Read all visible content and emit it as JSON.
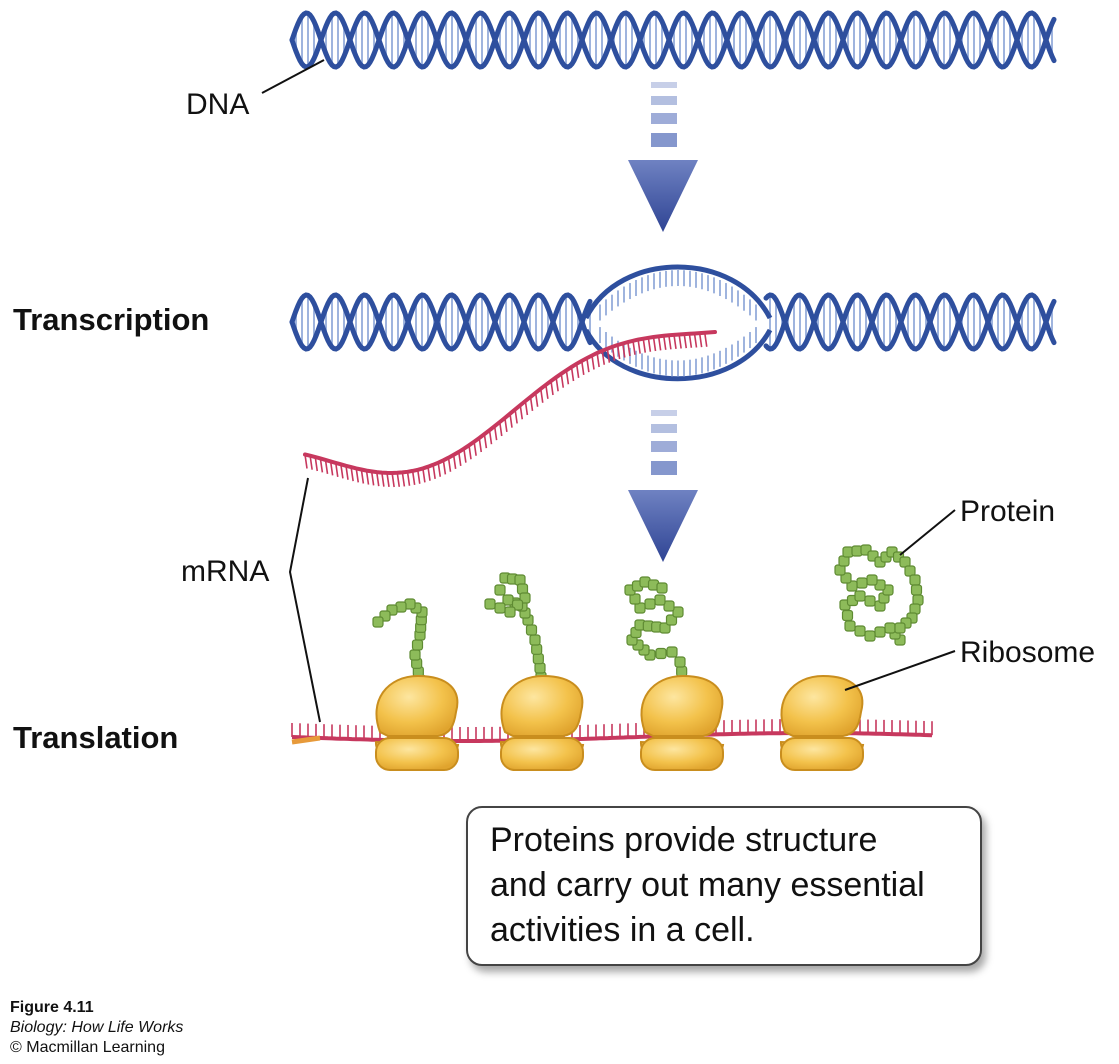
{
  "labels": {
    "dna": "DNA",
    "transcription": "Transcription",
    "mrna": "mRNA",
    "translation": "Translation",
    "protein": "Protein",
    "ribosome": "Ribosome"
  },
  "callout": {
    "line1": "Proteins provide structure",
    "line2": "and carry out many essential",
    "line3": "activities in a cell."
  },
  "credit": {
    "figure": "Figure 4.11",
    "book": "Biology: How Life Works",
    "publisher": "© Macmillan Learning"
  },
  "colors": {
    "dna_strand": "#2e4f9e",
    "dna_rung": "#9fb4de",
    "mrna": "#c7385e",
    "ribosome": "#f1c04a",
    "ribosome_edge": "#c98e1e",
    "protein": "#8dbb5a",
    "arrow": "#3f55a3"
  }
}
